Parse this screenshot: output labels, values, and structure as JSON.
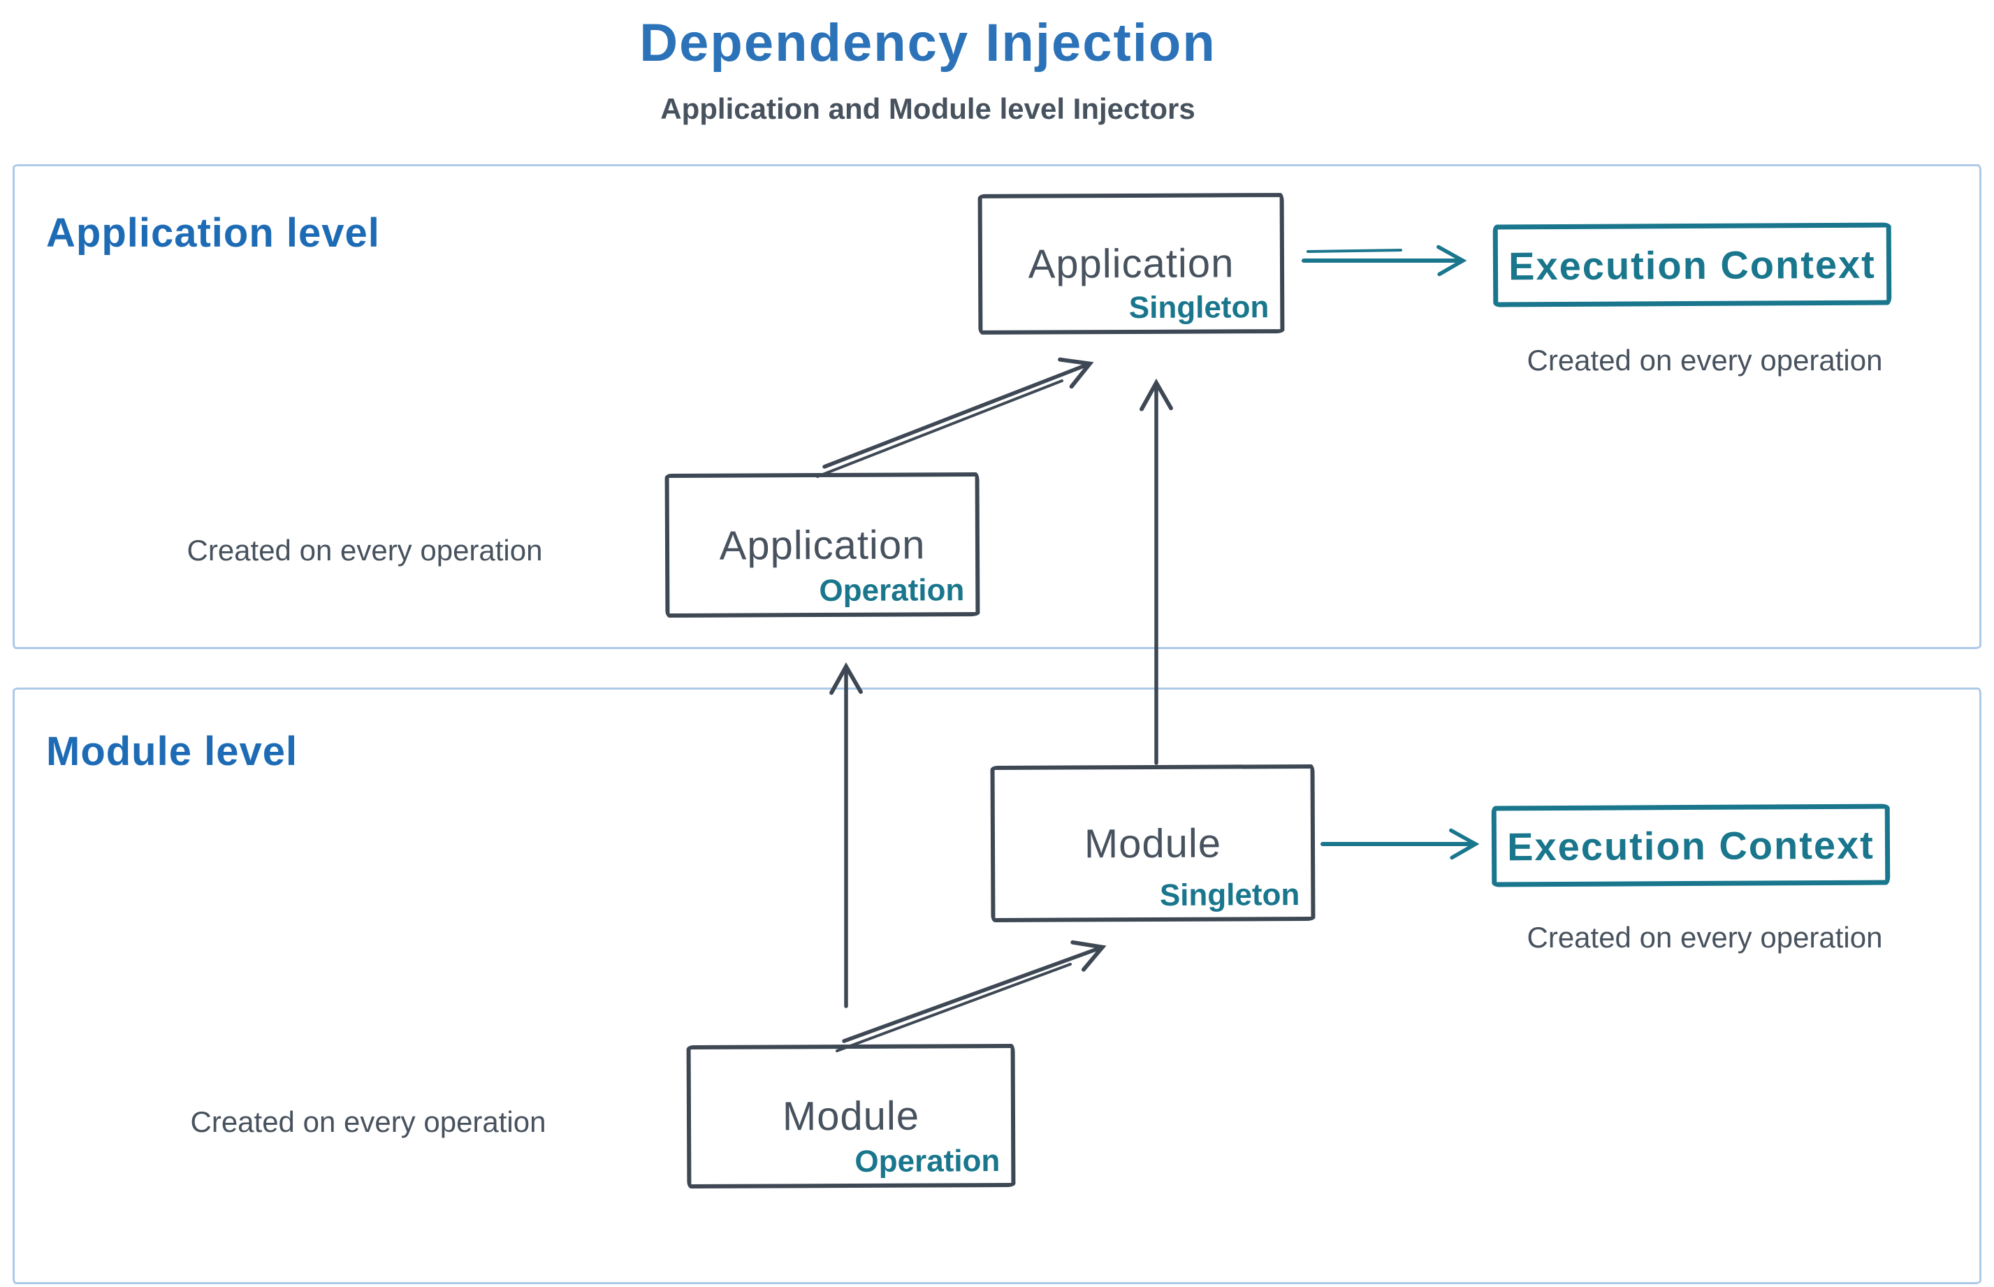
{
  "title": "Dependency Injection",
  "subtitle": "Application and Module level Injectors",
  "colors": {
    "title_blue": "#2b72b8",
    "label_blue": "#1e6bb5",
    "teal": "#19768c",
    "dark": "#47525e",
    "box_border": "#3e4854",
    "region_border": "#adc9e8",
    "background": "#ffffff"
  },
  "regions": {
    "application": {
      "label": "Application level",
      "singleton_box": {
        "name": "Application",
        "scope": "Singleton"
      },
      "operation_box": {
        "name": "Application",
        "scope": "Operation"
      },
      "operation_caption": "Created on every operation",
      "execution_context": {
        "label": "Execution Context",
        "caption": "Created on every operation"
      }
    },
    "module": {
      "label": "Module level",
      "singleton_box": {
        "name": "Module",
        "scope": "Singleton"
      },
      "operation_box": {
        "name": "Module",
        "scope": "Operation"
      },
      "operation_caption": "Created on every operation",
      "execution_context": {
        "label": "Execution Context",
        "caption": "Created on every operation"
      }
    }
  }
}
